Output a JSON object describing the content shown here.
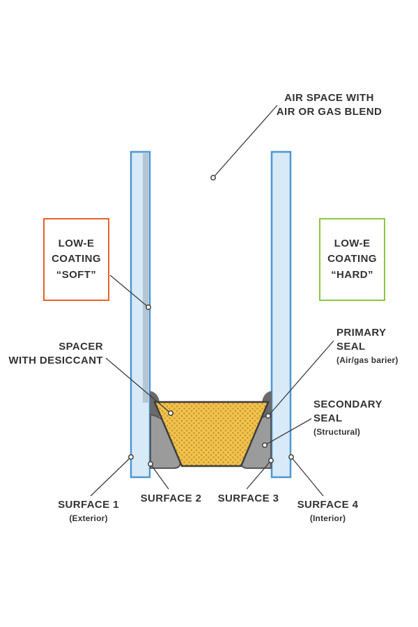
{
  "diagram": {
    "labels": {
      "air_space": {
        "line1": "AIR SPACE WITH",
        "line2": "AIR OR GAS BLEND"
      },
      "low_e_soft": {
        "line1": "LOW-E",
        "line2": "COATING",
        "line3": "“SOFT”"
      },
      "low_e_hard": {
        "line1": "LOW-E",
        "line2": "COATING",
        "line3": "“HARD”"
      },
      "spacer": {
        "line1": "SPACER",
        "line2": "WITH DESICCANT"
      },
      "primary_seal": {
        "line1": "PRIMARY",
        "line2": "SEAL",
        "line3": "(Air/gas barier)"
      },
      "secondary_seal": {
        "line1": "SECONDARY",
        "line2": "SEAL",
        "line3": "(Structural)"
      },
      "surface_1": {
        "line1": "SURFACE 1",
        "line2": "(Exterior)"
      },
      "surface_2": {
        "line1": "SURFACE 2"
      },
      "surface_3": {
        "line1": "SURFACE 3"
      },
      "surface_4": {
        "line1": "SURFACE 4",
        "line2": "(Interior)"
      }
    },
    "colors": {
      "glass_fill": "#d8eaf8",
      "glass_border": "#4f96d2",
      "coating_strip": "#b3c6d2",
      "spacer_fill": "#f1c24d",
      "spacer_dot": "#c9952d",
      "seal_gray": "#9b9b9b",
      "seal_dark": "#6a6a6a",
      "seal_outline": "#555555",
      "outline": "#3d3d3d",
      "box_soft_border": "#e8622d",
      "box_hard_border": "#8dc63f",
      "text": "#333333"
    }
  }
}
